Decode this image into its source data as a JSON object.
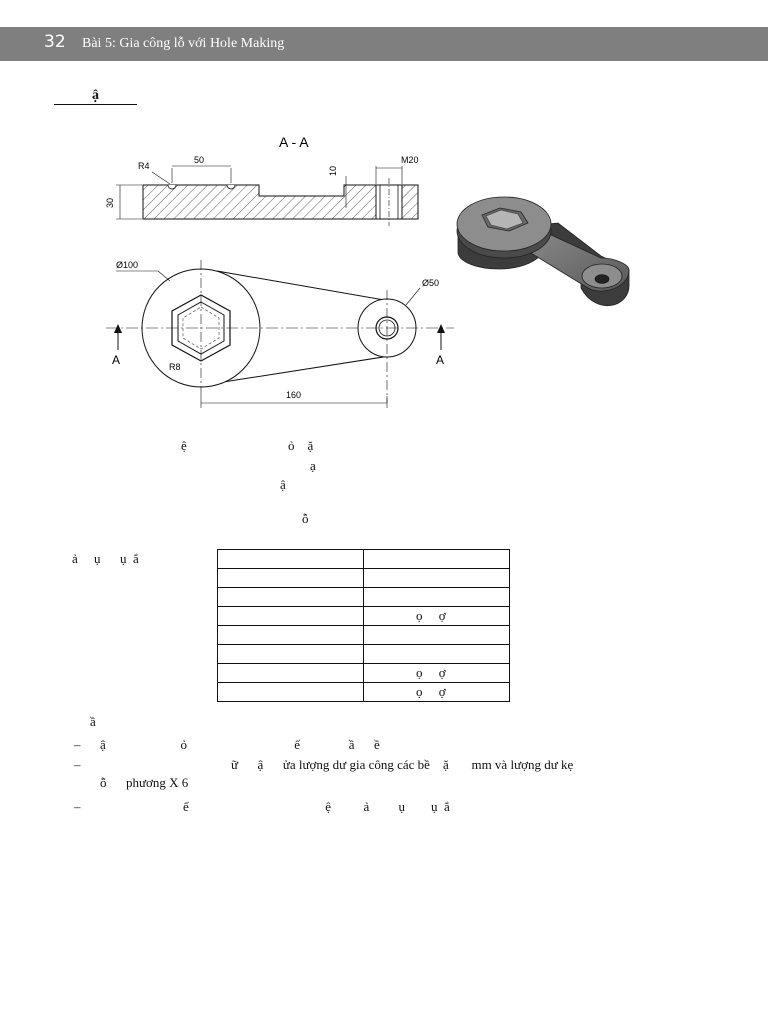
{
  "header": {
    "page_number": "32",
    "title": "Bài 5: Gia công lỗ với Hole Making"
  },
  "section": {
    "title": "ậ"
  },
  "drawing": {
    "section_label": "A - A",
    "dim_r4": "R4",
    "dim_50": "50",
    "dim_10": "10",
    "dim_m20": "M20",
    "dim_30": "30",
    "dim_d100": "Ø100",
    "dim_d50": "Ø50",
    "dim_r8": "R8",
    "dim_160": "160",
    "cut_a_left": "A",
    "cut_a_right": "A"
  },
  "paragraph": {
    "line1_a": "ệ",
    "line1_b": "ỏ    ặ",
    "line2": "ạ",
    "line3": "ậ",
    "line4": "ỗ"
  },
  "table_caption": "ả     ụ      ụ  ắ",
  "table": {
    "rows": [
      [
        "",
        ""
      ],
      [
        "",
        ""
      ],
      [
        "",
        ""
      ],
      [
        "",
        "ọ     ợ"
      ],
      [
        "",
        ""
      ],
      [
        "",
        ""
      ],
      [
        "",
        "ọ     ợ"
      ],
      [
        "",
        "ọ     ợ"
      ]
    ]
  },
  "notes": {
    "heading": "ầ",
    "dash": "–",
    "item1": "ậ                       ỏ                                 ế               ầ      ề",
    "item2_line1": "ữ      ậ      ửa lượng dư gia công các bề    ặ       mm và lượng dư kẹ",
    "item2_line2": "ỗ      phương X 6",
    "item3": "ế                                          ệ          ả         ụ        ụ  ắ"
  }
}
